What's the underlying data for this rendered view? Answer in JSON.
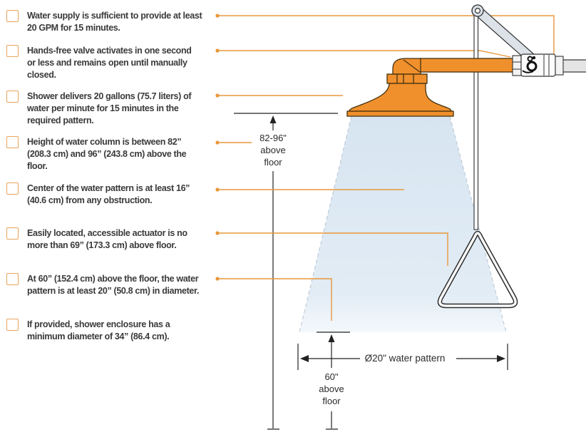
{
  "checklist": {
    "items": [
      {
        "lines": [
          "Water supply is sufficient to provide at least",
          "20 GPM for 15 minutes."
        ]
      },
      {
        "lines": [
          "Hands-free valve activates in one second",
          "or less and remains open until manually",
          "closed."
        ]
      },
      {
        "lines": [
          "Shower delivers 20 gallons (75.7 liters) of",
          "water per minute for 15 minutes in the",
          "required pattern."
        ]
      },
      {
        "lines": [
          "Height of water column is between 82”",
          "(208.3 cm) and 96” (243.8 cm) above the",
          "floor."
        ]
      },
      {
        "lines": [
          "Center of the water pattern is at least 16”",
          "(40.6 cm) from any obstruction."
        ]
      },
      {
        "lines": [
          "Easily located, accessible actuator is no",
          "more than 69” (173.3 cm) above floor."
        ]
      },
      {
        "lines": [
          "At 60” (152.4 cm) above the floor, the water",
          "pattern is at least 20” (50.8 cm) in diameter."
        ]
      },
      {
        "lines": [
          "If provided, shower enclosure has a",
          "minimum diameter of 34” (86.4 cm)."
        ]
      }
    ]
  },
  "diagram": {
    "labels": {
      "mount_height": "82-96\"\nabove\nfloor",
      "spray_height": "60\"\nabove\nfloor",
      "water_pattern": "Ø20\" water pattern"
    },
    "colors": {
      "fixture_orange": "#F0902C",
      "outline_brown": "#43300F",
      "callout_orange": "#E8973B",
      "spray_blue": "#D8E6F2",
      "hardware_gray": "#DCE2E8",
      "dimension_black": "#222222"
    }
  }
}
